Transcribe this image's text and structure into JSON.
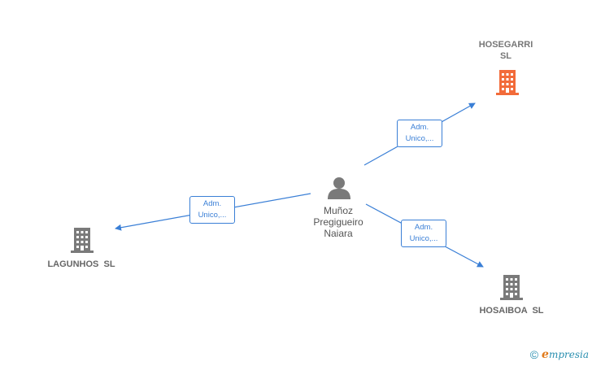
{
  "nodes": {
    "person": {
      "name_line1": "Muñoz",
      "name_line2": "Pregigueiro",
      "name_line3": "Naiara"
    },
    "hosegarri": {
      "name_line1": "HOSEGARRI",
      "name_line2": "SL",
      "color": "#f26b3a"
    },
    "lagunhos": {
      "name": "LAGUNHOS  SL",
      "color": "#7a7a7a"
    },
    "hosaiboa": {
      "name": "HOSAIBOA  SL",
      "color": "#7a7a7a"
    }
  },
  "relations": {
    "to_hosegarri": {
      "line1": "Adm.",
      "line2": "Unico,..."
    },
    "to_lagunhos": {
      "line1": "Adm.",
      "line2": "Unico,..."
    },
    "to_hosaiboa": {
      "line1": "Adm.",
      "line2": "Unico,..."
    }
  },
  "colors": {
    "edge": "#3a7fd6",
    "person_icon": "#7a7a7a"
  },
  "footer": {
    "copyright": "©",
    "brand_initial": "e",
    "brand_rest": "mpresia"
  }
}
